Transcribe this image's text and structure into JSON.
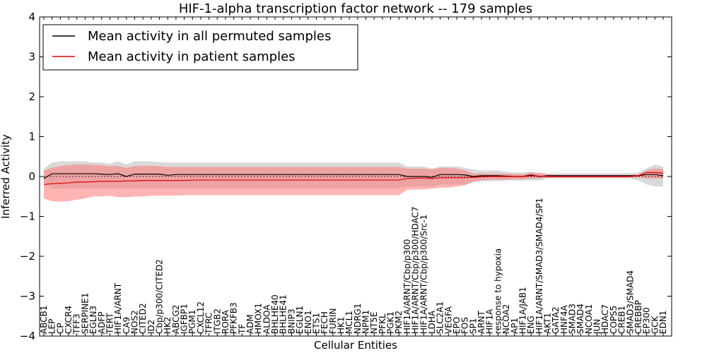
{
  "chart_data": {
    "type": "line",
    "title": "HIF-1-alpha transcription factor network -- 179 samples",
    "xlabel": "Cellular Entities",
    "ylabel": "Inferred Activity",
    "ylim": [
      -4,
      4
    ],
    "yticks": [
      "4",
      "3",
      "2",
      "1",
      "0",
      "−1",
      "−2",
      "−3",
      "−4"
    ],
    "legend_position": "top-left",
    "grid": false,
    "colors": {
      "permuted_line": "#000000",
      "permuted_band": "#aaaaaa",
      "patient_line": "#e00000",
      "patient_band": "#ff7777",
      "zero_line": "#000000"
    },
    "categories": [
      "ABCB1",
      "LEP",
      "CP",
      "CXCR4",
      "TFF3",
      "SERPINE1",
      "EGLN3",
      "ADFP",
      "TERT",
      "HIF1A/ARNT",
      "CA9",
      "NOS2",
      "CITED2",
      "ID2",
      "Cbp/p300/CITED2",
      "HK2",
      "ABCG2",
      "IGFBP1",
      "PGM1",
      "CXCL12",
      "TFRC",
      "ITGB2",
      "RORA",
      "PFKFB3",
      "TF",
      "ADM",
      "HMOX1",
      "ALDOA",
      "BHLHE40",
      "BHLHE41",
      "BNIP3",
      "EGLN1",
      "ENO1",
      "ETS1",
      "FECH",
      "FURIN",
      "HK1",
      "MCL1",
      "NDRG1",
      "NPM1",
      "NT5E",
      "PFKL",
      "PGK1",
      "PKM2",
      "HIF1A/ARNT/Cbp/p300",
      "HIF1A/ARNT/Cbp/p300/HDAC7",
      "HIF1A/ARNT/Cbp/p300/Src-1",
      "LDHA",
      "SLC2A1",
      "VEGFA",
      "EPO",
      "FOS",
      "SP1",
      "ARNT",
      "HIF1A",
      "response to hypoxia",
      "NCOA2",
      "AP1",
      "HIF1A/JAB1",
      "ENG",
      "HIF1A/ARNT/SMAD3/SMAD4/SP1",
      "AKT1",
      "GATA2",
      "HNF4A",
      "SMAD3",
      "SMAD4",
      "NCOA1",
      "JUN",
      "HDAC7",
      "COPS5",
      "CREB1",
      "SMAD3/SMAD4",
      "CREBBP",
      "EP300",
      "GCK",
      "EDN1"
    ],
    "series": [
      {
        "name": "Mean activity in all permuted samples",
        "values": [
          -0.05,
          0.07,
          0.07,
          0.07,
          0.07,
          0.07,
          0.07,
          0.06,
          0.05,
          0.07,
          0.0,
          0.06,
          0.06,
          0.06,
          0.06,
          0.03,
          0.05,
          0.05,
          0.05,
          0.05,
          0.05,
          0.05,
          0.05,
          0.05,
          0.05,
          0.05,
          0.05,
          0.05,
          0.05,
          0.05,
          0.05,
          0.05,
          0.05,
          0.05,
          0.05,
          0.05,
          0.05,
          0.05,
          0.05,
          0.05,
          0.05,
          0.05,
          0.05,
          0.05,
          0.0,
          0.0,
          0.0,
          -0.02,
          0.05,
          0.05,
          0.05,
          0.04,
          0.0,
          0.02,
          0.02,
          0.02,
          0.01,
          0.0,
          0.0,
          0.04,
          0.0,
          0.02,
          0.02,
          0.02,
          0.02,
          0.02,
          0.02,
          0.02,
          0.02,
          0.02,
          0.02,
          0.02,
          0.02,
          0.05,
          0.05,
          0.02
        ],
        "lower": [
          -0.2,
          -0.3,
          -0.3,
          -0.3,
          -0.3,
          -0.3,
          -0.3,
          -0.3,
          -0.3,
          -0.3,
          -0.3,
          -0.3,
          -0.3,
          -0.3,
          -0.3,
          -0.3,
          -0.3,
          -0.3,
          -0.3,
          -0.3,
          -0.3,
          -0.3,
          -0.3,
          -0.3,
          -0.3,
          -0.3,
          -0.3,
          -0.3,
          -0.3,
          -0.3,
          -0.3,
          -0.3,
          -0.3,
          -0.3,
          -0.3,
          -0.3,
          -0.3,
          -0.3,
          -0.3,
          -0.3,
          -0.3,
          -0.3,
          -0.3,
          -0.3,
          -0.25,
          -0.25,
          -0.25,
          -0.25,
          -0.2,
          -0.2,
          -0.2,
          -0.2,
          -0.15,
          -0.12,
          -0.12,
          -0.12,
          -0.1,
          -0.1,
          -0.1,
          -0.1,
          -0.1,
          -0.05,
          -0.05,
          -0.05,
          -0.05,
          -0.05,
          -0.05,
          -0.05,
          -0.05,
          -0.05,
          -0.05,
          -0.05,
          -0.1,
          -0.2,
          -0.25,
          -0.25
        ],
        "upper": [
          0.2,
          0.35,
          0.38,
          0.38,
          0.38,
          0.38,
          0.35,
          0.35,
          0.32,
          0.38,
          0.3,
          0.38,
          0.38,
          0.38,
          0.36,
          0.35,
          0.35,
          0.35,
          0.35,
          0.35,
          0.35,
          0.35,
          0.35,
          0.35,
          0.35,
          0.35,
          0.35,
          0.35,
          0.35,
          0.35,
          0.35,
          0.35,
          0.35,
          0.35,
          0.35,
          0.35,
          0.35,
          0.35,
          0.35,
          0.35,
          0.35,
          0.35,
          0.35,
          0.35,
          0.25,
          0.25,
          0.25,
          0.2,
          0.25,
          0.25,
          0.25,
          0.22,
          0.18,
          0.15,
          0.15,
          0.15,
          0.12,
          0.1,
          0.1,
          0.12,
          0.1,
          0.08,
          0.08,
          0.08,
          0.08,
          0.08,
          0.08,
          0.08,
          0.08,
          0.08,
          0.08,
          0.08,
          0.1,
          0.2,
          0.3,
          0.25
        ]
      },
      {
        "name": "Mean activity in patient samples",
        "values": [
          -0.2,
          -0.18,
          -0.17,
          -0.16,
          -0.14,
          -0.14,
          -0.13,
          -0.12,
          -0.12,
          -0.12,
          -0.11,
          -0.11,
          -0.1,
          -0.1,
          -0.1,
          -0.1,
          -0.1,
          -0.1,
          -0.09,
          -0.09,
          -0.09,
          -0.09,
          -0.09,
          -0.09,
          -0.09,
          -0.09,
          -0.09,
          -0.09,
          -0.09,
          -0.09,
          -0.09,
          -0.09,
          -0.09,
          -0.09,
          -0.09,
          -0.09,
          -0.09,
          -0.09,
          -0.09,
          -0.09,
          -0.09,
          -0.09,
          -0.09,
          -0.09,
          -0.05,
          -0.04,
          -0.04,
          -0.05,
          -0.03,
          -0.03,
          -0.03,
          -0.03,
          -0.02,
          -0.01,
          0.0,
          0.0,
          0.0,
          0.0,
          0.0,
          0.02,
          0.01,
          0.0,
          0.0,
          0.0,
          0.0,
          0.0,
          0.0,
          0.0,
          0.0,
          0.0,
          0.0,
          0.0,
          0.02,
          0.1,
          0.1,
          0.08
        ],
        "lower": [
          -0.55,
          -0.62,
          -0.63,
          -0.62,
          -0.58,
          -0.55,
          -0.5,
          -0.5,
          -0.48,
          -0.52,
          -0.52,
          -0.5,
          -0.5,
          -0.48,
          -0.48,
          -0.48,
          -0.48,
          -0.47,
          -0.47,
          -0.47,
          -0.47,
          -0.47,
          -0.47,
          -0.47,
          -0.47,
          -0.47,
          -0.47,
          -0.47,
          -0.47,
          -0.47,
          -0.47,
          -0.47,
          -0.47,
          -0.47,
          -0.47,
          -0.47,
          -0.47,
          -0.47,
          -0.47,
          -0.47,
          -0.47,
          -0.47,
          -0.47,
          -0.47,
          -0.33,
          -0.33,
          -0.32,
          -0.3,
          -0.28,
          -0.28,
          -0.25,
          -0.22,
          -0.12,
          -0.1,
          -0.08,
          -0.08,
          -0.08,
          -0.07,
          -0.07,
          -0.05,
          -0.05,
          -0.03,
          -0.03,
          -0.03,
          -0.03,
          -0.03,
          -0.03,
          -0.03,
          -0.03,
          -0.03,
          -0.03,
          -0.03,
          -0.02,
          -0.05,
          -0.05,
          -0.05
        ],
        "upper": [
          0.15,
          0.22,
          0.26,
          0.28,
          0.3,
          0.3,
          0.29,
          0.28,
          0.26,
          0.26,
          0.22,
          0.26,
          0.27,
          0.27,
          0.26,
          0.24,
          0.24,
          0.24,
          0.24,
          0.24,
          0.24,
          0.24,
          0.24,
          0.24,
          0.24,
          0.24,
          0.24,
          0.24,
          0.24,
          0.24,
          0.24,
          0.24,
          0.24,
          0.24,
          0.24,
          0.24,
          0.24,
          0.24,
          0.24,
          0.24,
          0.24,
          0.24,
          0.24,
          0.24,
          0.2,
          0.2,
          0.2,
          0.18,
          0.22,
          0.22,
          0.2,
          0.16,
          0.08,
          0.08,
          0.07,
          0.07,
          0.07,
          0.06,
          0.06,
          0.1,
          0.08,
          0.05,
          0.04,
          0.04,
          0.04,
          0.04,
          0.04,
          0.04,
          0.04,
          0.04,
          0.04,
          0.04,
          0.05,
          0.15,
          0.2,
          0.18
        ]
      }
    ]
  }
}
